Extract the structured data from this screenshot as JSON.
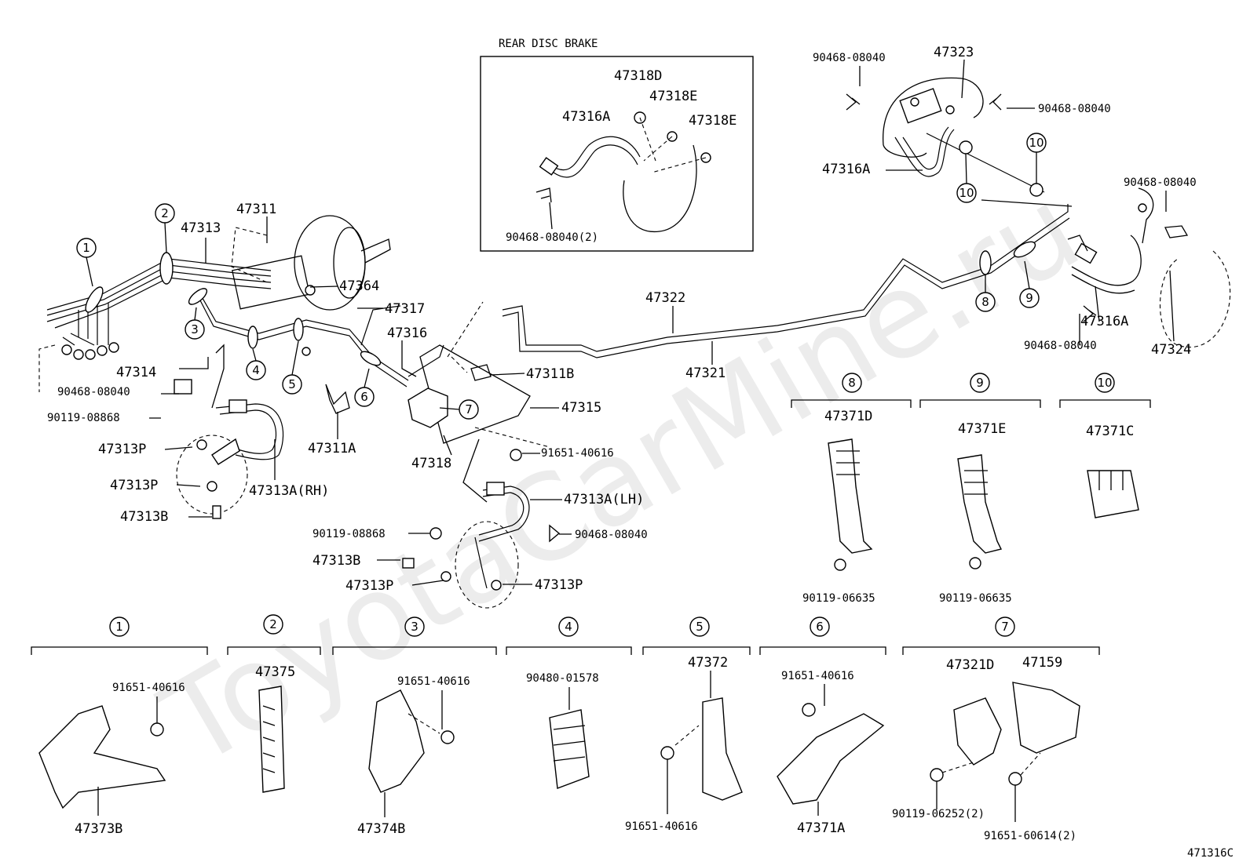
{
  "inset": {
    "title": "REAR DISC BRAKE",
    "parts": [
      "47318D",
      "47318E",
      "47316A",
      "47318E",
      "90468-08040(2)"
    ]
  },
  "callouts": {
    "p47311": "47311",
    "p47313": "47313",
    "p47364": "47364",
    "p47317": "47317",
    "p47316": "47316",
    "p47314": "47314",
    "p90468_a": "90468-08040",
    "p90119_a": "90119-08868",
    "p47313P_a": "47313P",
    "p47313P_b": "47313P",
    "p47313B_a": "47313B",
    "p47313A_RH": "47313A(RH)",
    "p47311A": "47311A",
    "p47318": "47318",
    "p47311B": "47311B",
    "p47315": "47315",
    "p91651_a": "91651-40616",
    "p47313A_LH": "47313A(LH)",
    "p90468_b": "90468-08040",
    "p90119_b": "90119-08868",
    "p47313B_b": "47313B",
    "p47313P_c": "47313P",
    "p47313P_d": "47313P",
    "p47322": "47322",
    "p47321": "47321",
    "p90468_c": "90468-08040",
    "p47323": "47323",
    "p90468_d": "90468-08040",
    "p47316A_a": "47316A",
    "p90468_e": "90468-08040",
    "p47316A_b": "47316A",
    "p90468_f": "90468-08040",
    "p47324": "47324"
  },
  "circle_markers": [
    "1",
    "2",
    "3",
    "4",
    "5",
    "6",
    "7",
    "8",
    "9",
    "10",
    "10",
    "10"
  ],
  "detail_groups": [
    {
      "number": "8",
      "parts": [
        "47371D",
        "90119-06635"
      ]
    },
    {
      "number": "9",
      "parts": [
        "47371E",
        "90119-06635"
      ]
    },
    {
      "number": "10",
      "parts": [
        "47371C"
      ]
    },
    {
      "number": "1",
      "parts": [
        "91651-40616",
        "47373B"
      ]
    },
    {
      "number": "2",
      "parts": [
        "47375"
      ]
    },
    {
      "number": "3",
      "parts": [
        "91651-40616",
        "47374B"
      ]
    },
    {
      "number": "4",
      "parts": [
        "90480-01578"
      ]
    },
    {
      "number": "5",
      "parts": [
        "47372",
        "91651-40616"
      ]
    },
    {
      "number": "6",
      "parts": [
        "91651-40616",
        "47371A"
      ]
    },
    {
      "number": "7",
      "parts": [
        "47321D",
        "47159",
        "90119-06252(2)",
        "91651-60614(2)"
      ]
    }
  ],
  "diagram_code": "471316C",
  "watermark": "ToyotaCarMine.ru"
}
